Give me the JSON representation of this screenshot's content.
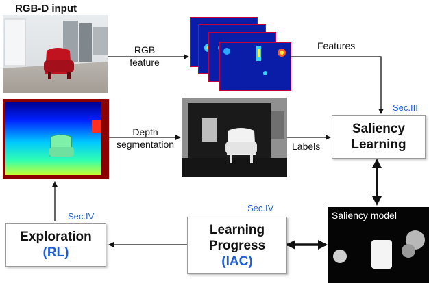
{
  "title": "RGB-D input",
  "edges": {
    "rgb_feature": [
      "RGB",
      "feature"
    ],
    "features": "Features",
    "depth_segmentation": [
      "Depth",
      "segmentation"
    ],
    "labels": "Labels"
  },
  "nodes": {
    "saliency_learning": {
      "line1": "Saliency",
      "line2": "Learning",
      "section": "Sec.III"
    },
    "learning_progress": {
      "line1": "Learning",
      "line2": "Progress",
      "line3": "(IAC)",
      "section": "Sec.IV"
    },
    "exploration": {
      "line1": "Exploration",
      "line2": "(RL)",
      "section": "Sec.IV"
    },
    "saliency_model": {
      "label": "Saliency model"
    }
  },
  "colors": {
    "accent_blue": "#1f5fd6",
    "feature_map_border": "#c0003c",
    "depth_frame": "#8b0000"
  }
}
